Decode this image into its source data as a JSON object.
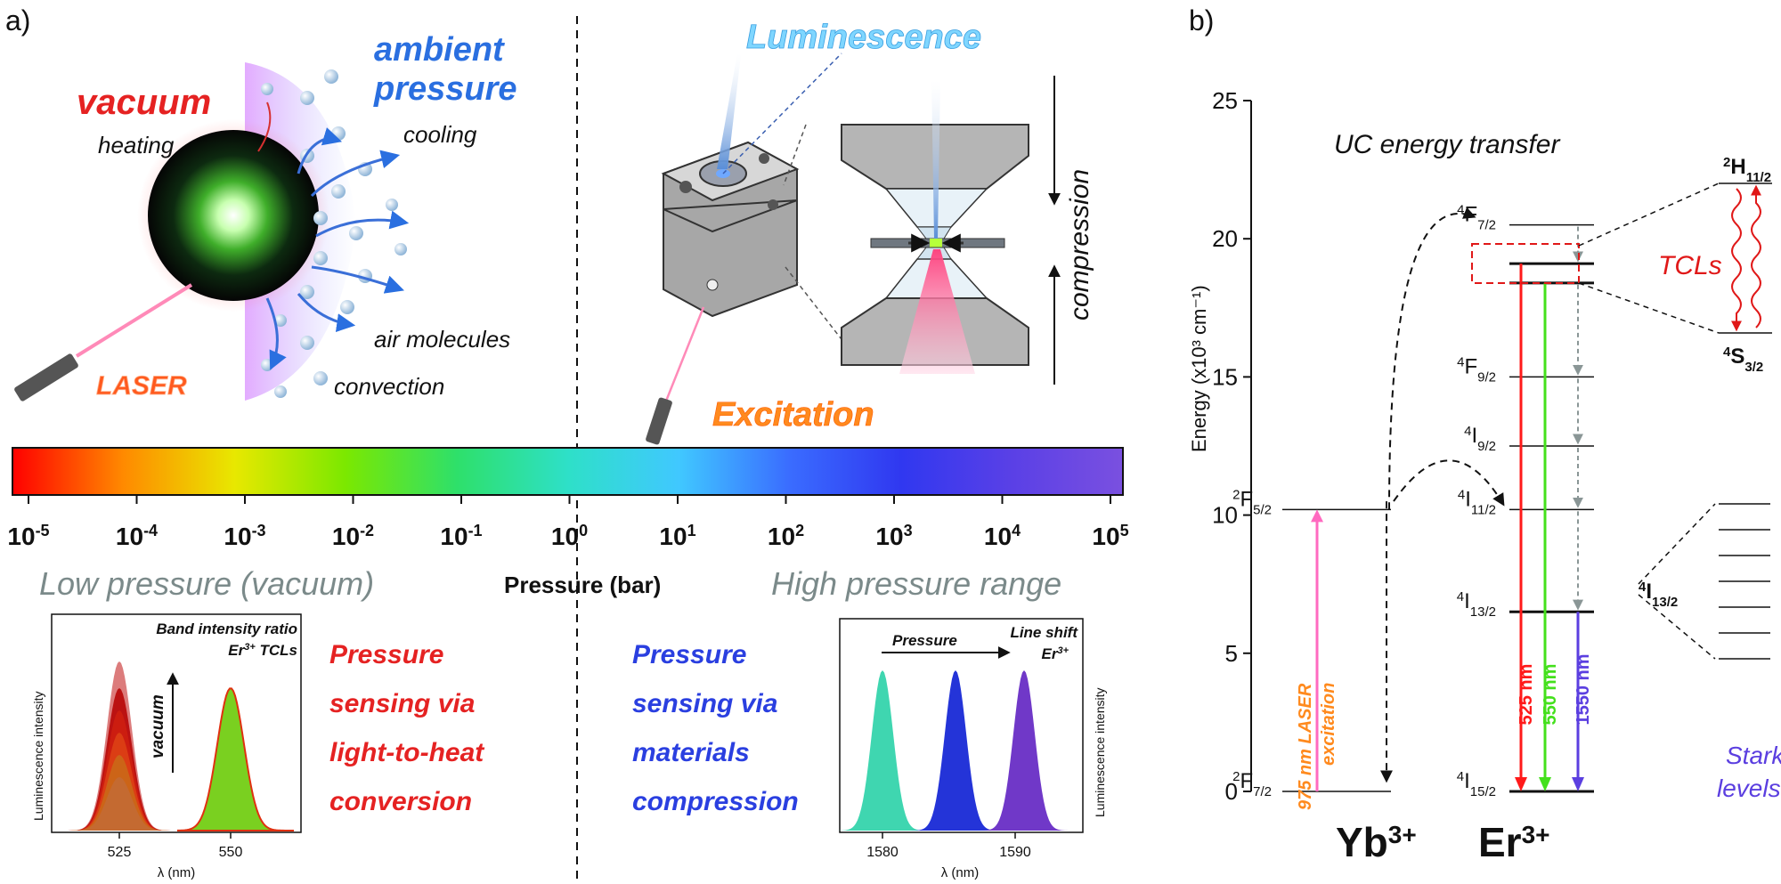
{
  "panel_a": {
    "label": "a)",
    "vacuum": "vacuum",
    "heating": "heating",
    "ambient_line1": "ambient",
    "ambient_line2": "pressure",
    "cooling": "cooling",
    "air_molecules": "air molecules",
    "convection": "convection",
    "laser": "LASER",
    "luminescence": "Luminescence",
    "excitation": "Excitation",
    "compression": "compression",
    "colorbar": {
      "ticks": [
        "-5",
        "-4",
        "-3",
        "-2",
        "-1",
        "0",
        "1",
        "2",
        "3",
        "4",
        "5"
      ],
      "tick_base": "10",
      "label": "Pressure (bar)",
      "colors": [
        "#ff0000",
        "#ff8a00",
        "#e8e800",
        "#7be800",
        "#2ee06a",
        "#2ee0c8",
        "#40c8ff",
        "#3a6cff",
        "#3038f0",
        "#5a40e6",
        "#7a50e0"
      ]
    },
    "low_pressure": "Low pressure (vacuum)",
    "high_pressure": "High pressure range",
    "left_sensing": [
      "Pressure",
      "sensing via",
      "light-to-heat",
      "conversion"
    ],
    "right_sensing": [
      "Pressure",
      "sensing via",
      "materials",
      "compression"
    ]
  },
  "inset_left": {
    "title": "Band intensity ratio",
    "subtitle_ion": "Er",
    "subtitle_sup": "3+",
    "subtitle_rest": " TCLs",
    "arrow_label": "vacuum",
    "ylabel": "Luminescence intensity",
    "xlabel": "λ (nm)",
    "ticks": [
      "525",
      "550"
    ]
  },
  "inset_right": {
    "title": "Line shift",
    "subtitle_ion": "Er",
    "subtitle_sup": "3+",
    "arrow_label": "Pressure",
    "ylabel": "Luminescence intensity",
    "xlabel": "λ (nm)",
    "ticks": [
      "1580",
      "1590"
    ]
  },
  "chart_data": {
    "type": "diagram",
    "title": "UC energy transfer",
    "ylabel": "Energy (x10³ cm⁻¹)",
    "ylim": [
      0,
      25
    ],
    "yticks": [
      0,
      5,
      10,
      15,
      20,
      25
    ],
    "yb_levels": [
      {
        "name": "F",
        "pre": "2",
        "sub": "7/2",
        "energy": 0
      },
      {
        "name": "F",
        "pre": "2",
        "sub": "5/2",
        "energy": 10.2
      }
    ],
    "er_levels": [
      {
        "name": "I",
        "pre": "4",
        "sub": "15/2",
        "energy": 0
      },
      {
        "name": "I",
        "pre": "4",
        "sub": "13/2",
        "energy": 6.5
      },
      {
        "name": "I",
        "pre": "4",
        "sub": "11/2",
        "energy": 10.2
      },
      {
        "name": "I",
        "pre": "4",
        "sub": "9/2",
        "energy": 12.5
      },
      {
        "name": "F",
        "pre": "4",
        "sub": "9/2",
        "energy": 15.0
      },
      {
        "name": "S",
        "pre": "4",
        "sub": "3/2",
        "energy": 18.4
      },
      {
        "name": "H",
        "pre": "2",
        "sub": "11/2",
        "energy": 19.1
      },
      {
        "name": "F",
        "pre": "4",
        "sub": "7/2",
        "energy": 20.5
      }
    ],
    "emissions": [
      {
        "label": "525 nm",
        "color": "#ff1a1a"
      },
      {
        "label": "550 nm",
        "color": "#44e01c"
      },
      {
        "label": "1550 nm",
        "color": "#5b3fe0"
      }
    ],
    "excitation_line1": "975 nm LASER",
    "excitation_line2": "excitation",
    "tcls": "TCLs",
    "stark_line1": "Stark",
    "stark_line2": "levels",
    "ion_left": "Yb",
    "ion_right": "Er",
    "ion_sup": "3+",
    "zoom_top": {
      "name": "H",
      "pre": "2",
      "sub": "11/2"
    },
    "zoom_bottom": {
      "name": "S",
      "pre": "4",
      "sub": "3/2"
    },
    "zoom_stark": {
      "name": "I",
      "pre": "4",
      "sub": "13/2"
    }
  },
  "panel_b": {
    "label": "b)"
  }
}
